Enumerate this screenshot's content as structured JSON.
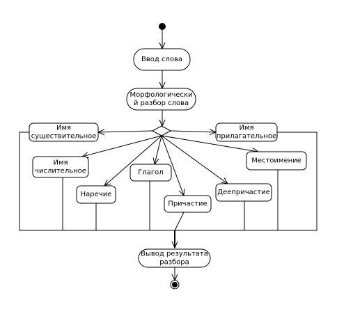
{
  "diagram": {
    "type": "activity",
    "colors": {
      "line": "#000000",
      "fill": "#ffffff"
    },
    "nodes": [
      {
        "id": "start",
        "kind": "initial"
      },
      {
        "id": "input",
        "kind": "action",
        "label": [
          "Ввод слова"
        ]
      },
      {
        "id": "analysis",
        "kind": "action",
        "label": [
          "Морфологически",
          "й разбор слова"
        ]
      },
      {
        "id": "decision",
        "kind": "decision"
      },
      {
        "id": "noun",
        "kind": "action",
        "label": [
          "Имя",
          "существительное"
        ]
      },
      {
        "id": "adjective",
        "kind": "action",
        "label": [
          "Имя",
          "прилагательное"
        ]
      },
      {
        "id": "numeral",
        "kind": "action",
        "label": [
          "Имя",
          "числительное"
        ]
      },
      {
        "id": "adverb",
        "kind": "action",
        "label": [
          "Наречие"
        ]
      },
      {
        "id": "verb",
        "kind": "action",
        "label": [
          "Глагол"
        ]
      },
      {
        "id": "participle",
        "kind": "action",
        "label": [
          "Причастие"
        ]
      },
      {
        "id": "gerund",
        "kind": "action",
        "label": [
          "Деепричастие"
        ]
      },
      {
        "id": "pronoun",
        "kind": "action",
        "label": [
          "Местоимение"
        ]
      },
      {
        "id": "output",
        "kind": "action",
        "label": [
          "Вывод результата",
          "разбора"
        ]
      },
      {
        "id": "end",
        "kind": "final"
      }
    ],
    "edges": [
      {
        "from": "start",
        "to": "input"
      },
      {
        "from": "input",
        "to": "analysis"
      },
      {
        "from": "analysis",
        "to": "decision"
      },
      {
        "from": "decision",
        "to": "noun"
      },
      {
        "from": "decision",
        "to": "adjective"
      },
      {
        "from": "decision",
        "to": "numeral"
      },
      {
        "from": "decision",
        "to": "adverb"
      },
      {
        "from": "decision",
        "to": "verb"
      },
      {
        "from": "decision",
        "to": "participle"
      },
      {
        "from": "decision",
        "to": "gerund"
      },
      {
        "from": "decision",
        "to": "pronoun"
      },
      {
        "from": "noun",
        "to": "output"
      },
      {
        "from": "adjective",
        "to": "output"
      },
      {
        "from": "numeral",
        "to": "output"
      },
      {
        "from": "adverb",
        "to": "output"
      },
      {
        "from": "verb",
        "to": "output"
      },
      {
        "from": "participle",
        "to": "output"
      },
      {
        "from": "gerund",
        "to": "output"
      },
      {
        "from": "pronoun",
        "to": "output"
      },
      {
        "from": "output",
        "to": "end"
      }
    ]
  }
}
